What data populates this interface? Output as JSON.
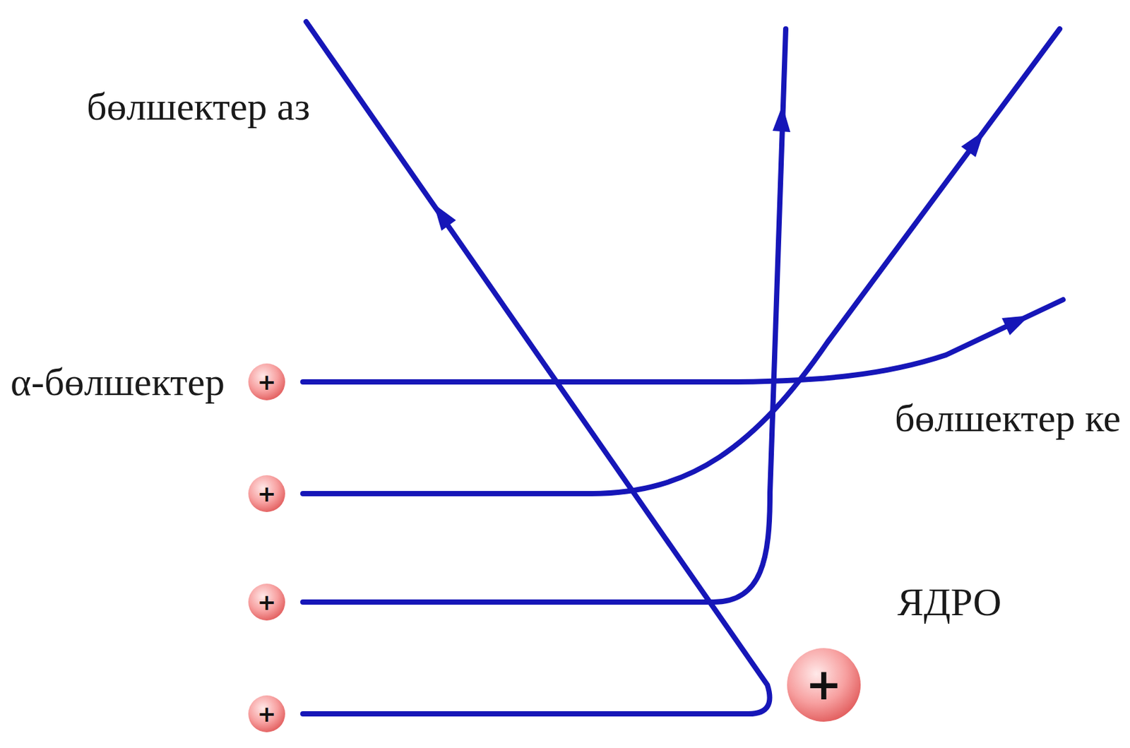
{
  "diagram": {
    "nodes": [
      {
        "text": [
          "+"
        ]
      },
      {
        "text": [
          "+"
        ]
      },
      {
        "text": [
          "+"
        ]
      },
      {
        "text": [
          "+"
        ]
      },
      {
        "text": [
          "+"
        ]
      }
    ],
    "labels": [
      "бөлшектер аз",
      "α-бөлшектер",
      "бөлшектер ке",
      "ЯДРО"
    ]
  }
}
